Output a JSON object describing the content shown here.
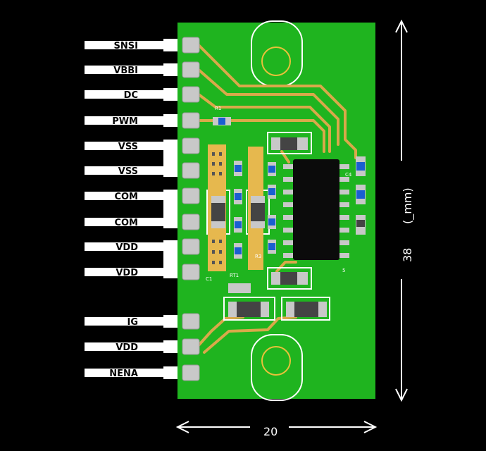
{
  "colors": {
    "background": "#000000",
    "board": "#1fb41f",
    "trace": "#d9a94a",
    "pad": "#c8c8c8",
    "pin": "#ffffff",
    "chip": "#0b0b0b",
    "silkscreen": "#ffffff"
  },
  "pins": [
    {
      "label": "SNSI"
    },
    {
      "label": "VBBI"
    },
    {
      "label": "DC"
    },
    {
      "label": "PWM"
    },
    {
      "label": "VSS"
    },
    {
      "label": "VSS"
    },
    {
      "label": "COM"
    },
    {
      "label": "COM"
    },
    {
      "label": "VDD"
    },
    {
      "label": "VDD"
    },
    {
      "label": "IG"
    },
    {
      "label": "VDD"
    },
    {
      "label": "NENA"
    }
  ],
  "silkscreen": {
    "r1": "R1",
    "rt1": "RT1",
    "c1": "C1",
    "c4": "C4",
    "r3": "R3",
    "u1": "5"
  },
  "dimensions": {
    "height_value": "38",
    "height_unit": "(_mm)",
    "width_value": "20"
  }
}
